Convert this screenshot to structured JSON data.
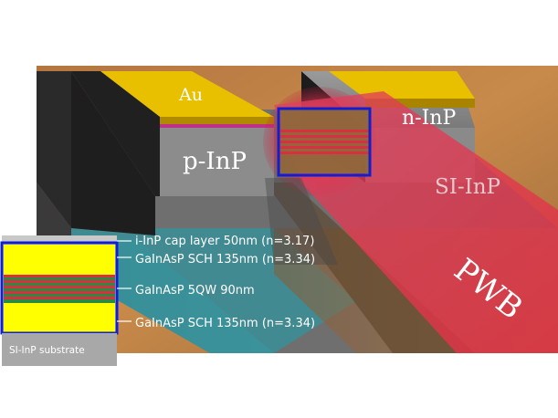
{
  "labels": {
    "au": "Au",
    "p_inp": "p-InP",
    "n_inp": "n-InP",
    "si_inp": "SI-InP",
    "pwb": "PWB"
  },
  "inset": {
    "layers": [
      "i-InP cap layer 50nm (n=3.17)",
      "GaInAsP SCH 135nm (n=3.34)",
      "GaInAsP 5QW 90nm",
      "GaInAsP SCH 135nm (n=3.34)"
    ],
    "substrate": "SI-InP substrate"
  },
  "colors": {
    "gold": "#e8c000",
    "waveguide_yellow": "#ffff00",
    "quantum_well_red": "#d83040",
    "highlight_blue": "#1020d0",
    "beam_red": "#e0304a",
    "background_orange": "#c88a4a"
  }
}
